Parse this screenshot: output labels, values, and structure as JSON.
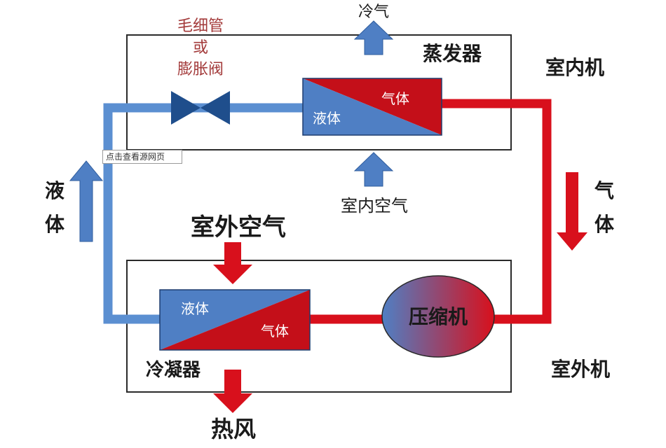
{
  "labels": {
    "cold_air": "冷气",
    "capillary_line1": "毛细管",
    "capillary_line2": "或",
    "capillary_line3": "膨胀阀",
    "evaporator": "蒸发器",
    "indoor_unit": "室内机",
    "evap_liquid": "液体",
    "evap_gas": "气体",
    "indoor_air": "室内空气",
    "left_liquid_1": "液",
    "left_liquid_2": "体",
    "right_gas_1": "气",
    "right_gas_2": "体",
    "outdoor_air": "室外空气",
    "cond_liquid": "液体",
    "cond_gas": "气体",
    "compressor": "压缩机",
    "condenser": "冷凝器",
    "outdoor_unit": "室外机",
    "hot_air": "热风"
  },
  "tooltip": "点击查看源网页",
  "colors": {
    "blue_pipe": "#5b8fd1",
    "red_pipe": "#d8101c",
    "blue_fill": "#4f7fc4",
    "red_fill": "#c40f19",
    "valve": "#1f4e8c",
    "box_border": "#2a2a2a"
  }
}
